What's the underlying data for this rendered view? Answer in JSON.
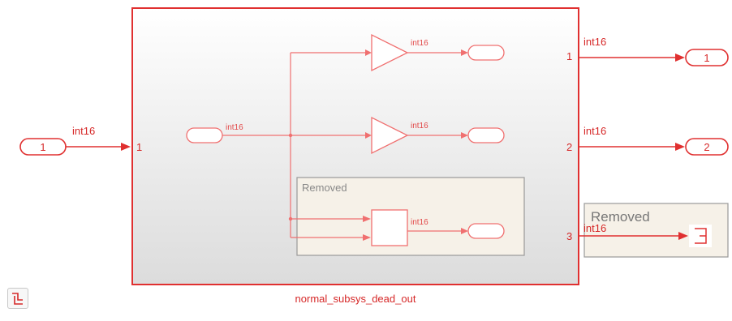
{
  "colors": {
    "signal": "#e03030",
    "inner_signal": "#f07070",
    "removed_fill": "#f6f1e8",
    "removed_border": "#999999"
  },
  "diagram": {
    "input_port": {
      "number": "1",
      "signal_type": "int16"
    },
    "subsystem": {
      "name": "normal_subsys_dead_out",
      "input_label": "1",
      "output_labels": [
        "1",
        "2",
        "3"
      ],
      "inner": {
        "inport_label": "int16",
        "gain_output_labels": [
          "int16",
          "int16"
        ],
        "removed_area_title": "Removed",
        "removed_block_output_label": "int16"
      }
    },
    "outputs": [
      {
        "number": "1",
        "signal_type": "int16"
      },
      {
        "number": "2",
        "signal_type": "int16"
      }
    ],
    "removed_output": {
      "title": "Removed",
      "signal_type": "int16",
      "terminator_icon": "terminator-icon"
    }
  },
  "bottom_icon": "model-browser-icon"
}
